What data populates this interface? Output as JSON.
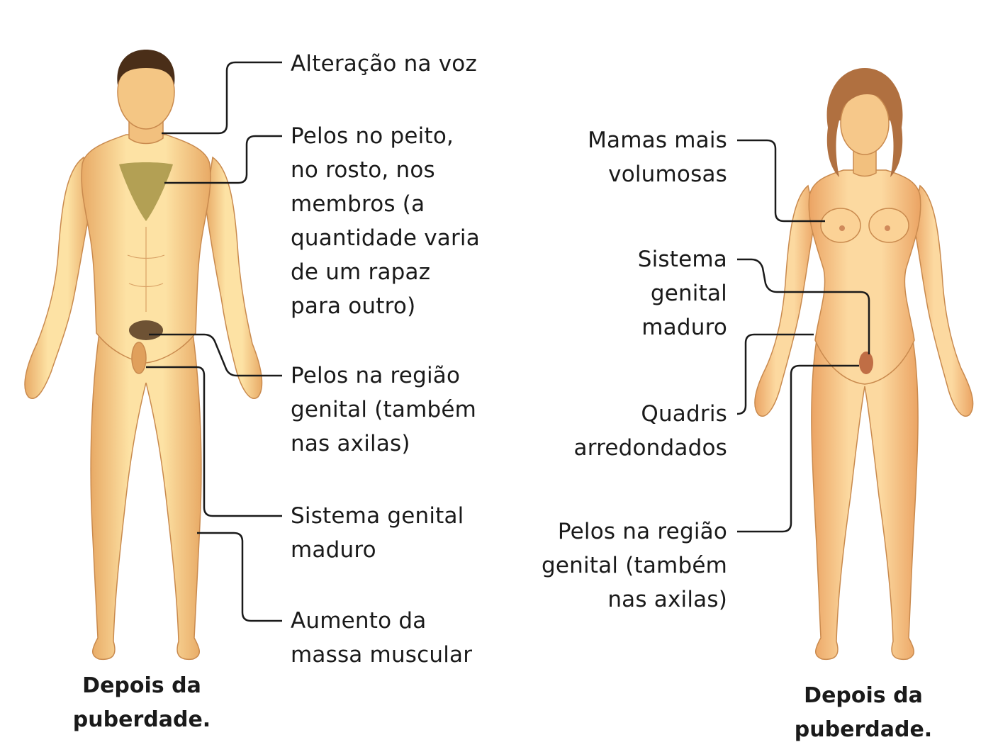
{
  "male": {
    "labels": {
      "voice": "Alteração na voz",
      "chest_hair": "Pelos no peito,\nno rosto, nos\nmembros (a\nquantidade varia\nde um rapaz\npara outro)",
      "pubic_hair": "Pelos na região\ngenital (também\nnas axilas)",
      "genital": "Sistema genital\nmaduro",
      "muscle": "Aumento da\nmassa muscular"
    },
    "caption": "Depois da\npuberdade."
  },
  "female": {
    "labels": {
      "breasts": "Mamas mais\nvolumosas",
      "genital": "Sistema\ngenital\nmaduro",
      "hips": "Quadris\narredondados",
      "pubic_hair": "Pelos na região\ngenital (também\nnas axilas)"
    },
    "caption": "Depois da\npuberdade."
  },
  "colors": {
    "skin_light": "#fde2a4",
    "skin_mid": "#f6c27a",
    "skin_dark": "#e0a05c",
    "hair_male": "#4a2e18",
    "hair_female": "#b07040",
    "leader_line": "#1a1a1a"
  }
}
